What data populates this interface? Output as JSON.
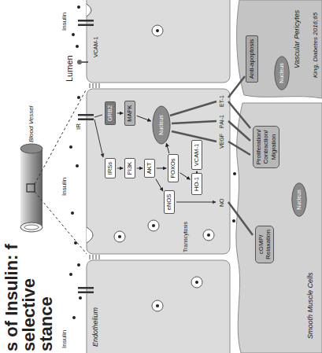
{
  "diagram": {
    "title": "s of Insulin: f selective stance",
    "nodes": [
      {
        "text": [
          "GRB2"
        ]
      },
      {
        "text": [
          "MAPK"
        ]
      },
      {
        "text": [
          "Nucleus"
        ]
      },
      {
        "text": [
          "IRSs"
        ]
      },
      {
        "text": [
          "PI3K"
        ]
      },
      {
        "text": [
          "AKT"
        ]
      },
      {
        "text": [
          "FOXOs"
        ]
      },
      {
        "text": [
          "HO-1"
        ]
      },
      {
        "text": [
          "eNOS"
        ]
      },
      {
        "text": [
          "VCAM-1"
        ]
      },
      {
        "text": [
          "Vascular Pericytes"
        ]
      },
      {
        "text": [
          "Anti-apoptosis"
        ],
        "in": 10
      },
      {
        "text": [
          "Nucleus"
        ],
        "in": 10
      },
      {
        "text": [
          "Smooth Muscle Cells"
        ]
      },
      {
        "text": [
          "Proliferation/ Contraction/ Migration"
        ],
        "in": 13
      },
      {
        "text": [
          "cGMP/ Relaxation"
        ],
        "in": 13
      },
      {
        "text": [
          "Nucleus"
        ],
        "in": 13
      }
    ],
    "edges": [
      {
        "from": 0,
        "to": 1,
        "arrow": "to"
      },
      {
        "from": 1,
        "to": 2,
        "arrow": "to"
      },
      {
        "from": 3,
        "to": 4,
        "arrow": "to"
      },
      {
        "from": 4,
        "to": 5,
        "arrow": "to"
      },
      {
        "from": 5,
        "to": 6,
        "arrow": "to"
      },
      {
        "from": 5,
        "to": 8,
        "arrow": "to"
      },
      {
        "from": 6,
        "to": 2,
        "arrow": "to"
      },
      {
        "from": 6,
        "to": 7,
        "arrow": "to"
      },
      {
        "from": 7,
        "to": 9,
        "arrow": "to"
      }
    ],
    "labels": [
      "King, Diabetes 2016;65",
      "Blood Vessel",
      "Lumen",
      "Insulin",
      "Insulin",
      "Insulin",
      "IR",
      "VCAM-1",
      "Endothelium",
      "Transcytosis",
      "NO",
      "VEGF",
      "PAI-1",
      "ET-1"
    ]
  }
}
